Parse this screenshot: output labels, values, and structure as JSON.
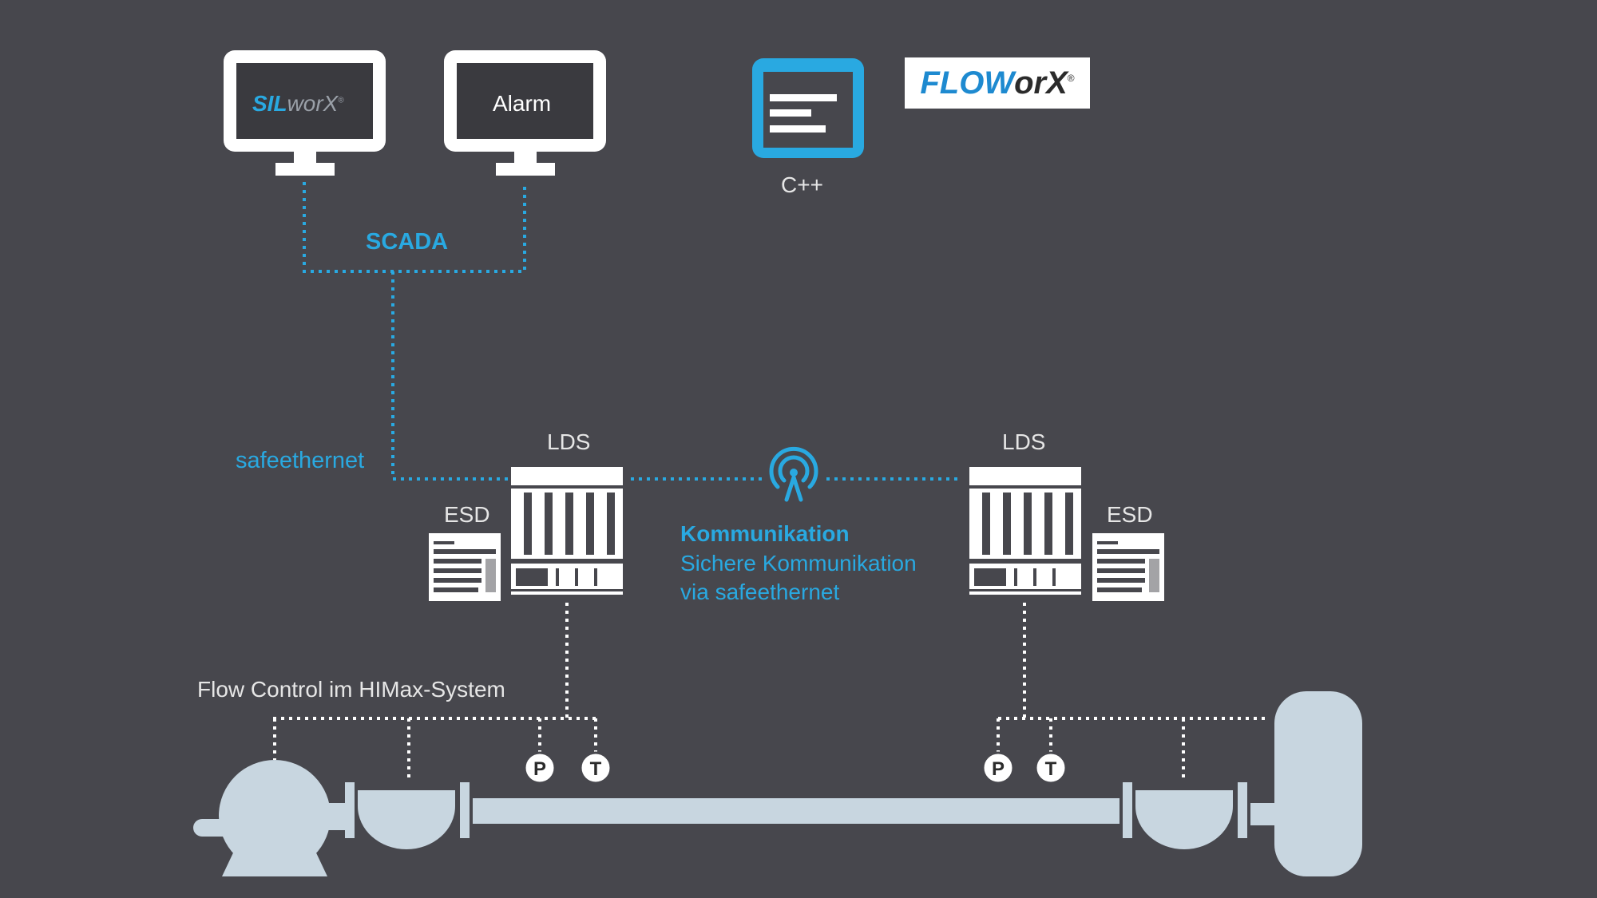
{
  "colors": {
    "background": "#47474d",
    "accent_blue": "#29a9e1",
    "pipe": "#c8d6e0",
    "device_white": "#ffffff",
    "label_grey": "#e6e6e6"
  },
  "hmi": {
    "silworx": {
      "sil": "SIL",
      "worx": "worX",
      "reg": "®"
    },
    "alarm_label": "Alarm"
  },
  "apps": {
    "cpp_label": "C++",
    "floworx": {
      "flow": "FLOW",
      "orx": "orX",
      "reg": "®"
    }
  },
  "network": {
    "scada_label": "SCADA",
    "safeethernet_label": "safeethernet"
  },
  "stations": {
    "left": {
      "lds_label": "LDS",
      "esd_label": "ESD"
    },
    "right": {
      "lds_label": "LDS",
      "esd_label": "ESD"
    }
  },
  "communication": {
    "title": "Kommunikation",
    "line1": "Sichere Kommunikation",
    "line2": "via safeethernet"
  },
  "process": {
    "caption": "Flow Control im HIMax-System",
    "sensors": {
      "pressure": "P",
      "temperature": "T"
    }
  },
  "icons": [
    "monitor-icon",
    "code-window-icon",
    "antenna-icon",
    "controller-rack-icon",
    "esd-module-icon",
    "pump-icon",
    "valve-icon",
    "tank-icon"
  ]
}
